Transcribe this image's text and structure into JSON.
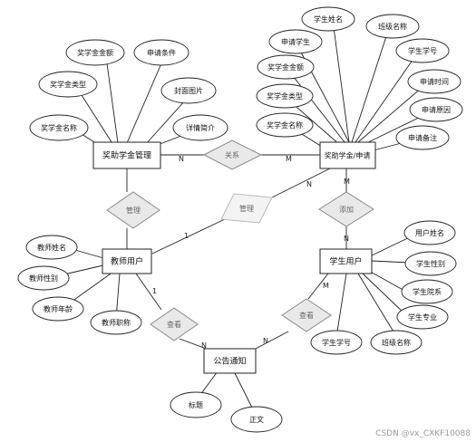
{
  "entities": {
    "scholarship_mgmt": "奖助学金管理",
    "application": "奖助学金/申请",
    "teacher": "教师用户",
    "student": "学生用户",
    "notice": "公告通知"
  },
  "relationships": {
    "relation": "关系",
    "manage_left": "管理",
    "manage_mid": "管理",
    "add": "添加",
    "view_left": "查看",
    "view_right": "查看"
  },
  "attributes": {
    "scholarship_mgmt": [
      "奖学金金额",
      "申请条件",
      "奖学金类型",
      "封面图片",
      "奖学金名称",
      "详情简介"
    ],
    "application": [
      "学生姓名",
      "申请学生",
      "班级名称",
      "奖学金金额",
      "学生学号",
      "申请时间",
      "奖学金类型",
      "申请原因",
      "奖学金名称",
      "申请备注"
    ],
    "teacher": [
      "教师姓名",
      "教师性别",
      "教师年龄",
      "教师职称"
    ],
    "student": [
      "用户姓名",
      "学生性别",
      "学生院系",
      "学生专业",
      "学生学号",
      "班级名称"
    ],
    "notice": [
      "标题",
      "正文"
    ]
  },
  "cardinalities": {
    "relation_left": "N",
    "relation_right": "M",
    "manage_mid_teacher": "1",
    "manage_mid_application": "N",
    "add_application": "M",
    "add_student": "N",
    "view_left_teacher": "1",
    "view_left_notice": "N",
    "view_right_student": "M",
    "view_right_notice": "N"
  },
  "watermark": "CSDN @vx_CXKF10088"
}
